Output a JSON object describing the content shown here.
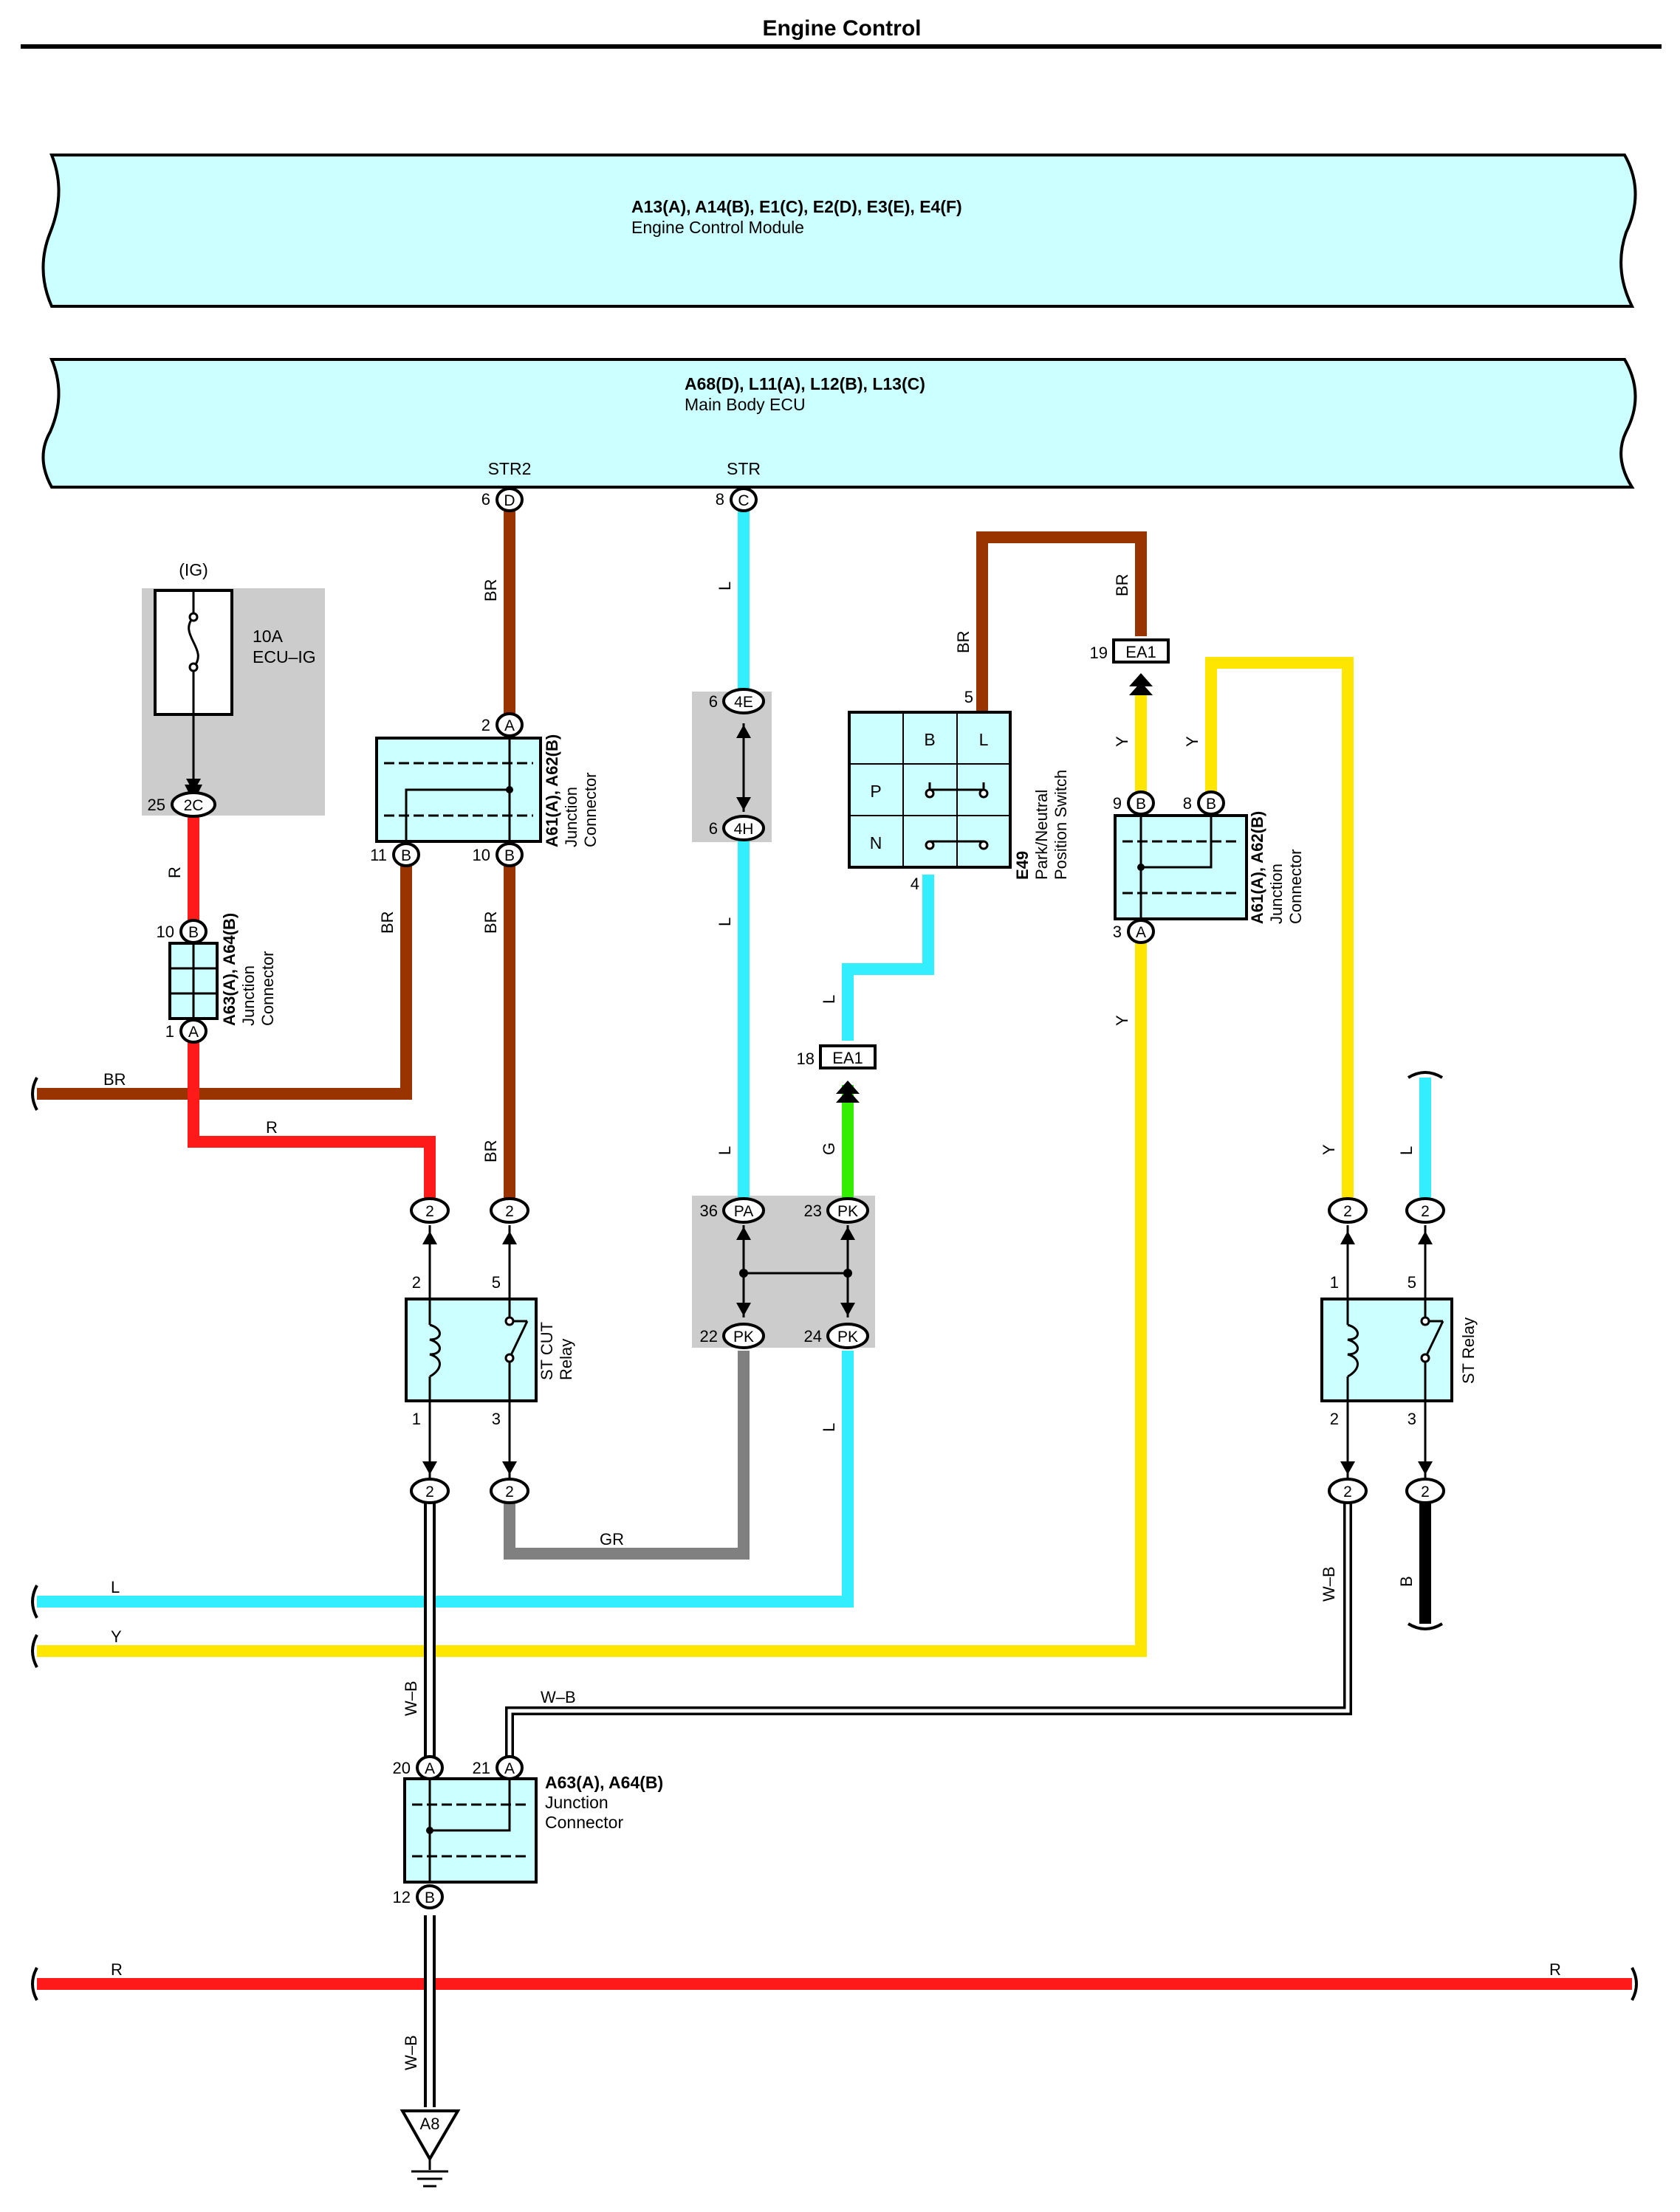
{
  "title": "Engine Control",
  "ecm": {
    "codes": "A13(A), A14(B), E1(C), E2(D), E3(E), E4(F)",
    "name": "Engine Control Module"
  },
  "body_ecu": {
    "codes": "A68(D), L11(A), L12(B), L13(C)",
    "name": "Main Body ECU",
    "term_str2": "STR2",
    "term_str": "STR"
  },
  "fuse": {
    "ig": "(IG)",
    "rating": "10A",
    "name": "ECU–IG"
  },
  "jc_a61_top": {
    "codes": "A61(A), A62(B)",
    "line1": "Junction",
    "line2": "Connector"
  },
  "jc_a63_top": {
    "codes": "A63(A), A64(B)",
    "line1": "Junction",
    "line2": "Connector"
  },
  "pnp": {
    "code": "E49",
    "line1": "Park/Neutral",
    "line2": "Position Switch",
    "b": "B",
    "l": "L",
    "p": "P",
    "n": "N"
  },
  "jc_a61_right": {
    "codes": "A61(A), A62(B)",
    "line1": "Junction",
    "line2": "Connector"
  },
  "st_cut_relay": {
    "line1": "ST CUT",
    "line2": "Relay"
  },
  "st_relay": {
    "name": "ST Relay"
  },
  "jc_a63_bottom": {
    "codes": "A63(A), A64(B)",
    "line1": "Junction",
    "line2": "Connector"
  },
  "ground": {
    "code": "A8"
  },
  "pins": {
    "p6": "6",
    "p8": "8",
    "p2": "2",
    "p11": "11",
    "p10": "10",
    "p25": "25",
    "p10b": "10",
    "p1": "1",
    "p6a": "6",
    "p6b": "6",
    "p5": "5",
    "p4": "4",
    "p19": "19",
    "p9": "9",
    "p8b": "8",
    "p3": "3",
    "p18": "18",
    "p36": "36",
    "p23": "23",
    "p22": "22",
    "p24": "24",
    "r2": "2",
    "r5": "5",
    "r1": "1",
    "r3": "3",
    "s1": "1",
    "s5": "5",
    "s2": "2",
    "s3": "3",
    "p20": "20",
    "p21": "21",
    "p12": "12"
  },
  "conn": {
    "D": "D",
    "C": "C",
    "A": "A",
    "B": "B",
    "c2C": "2C",
    "c4E": "4E",
    "c4H": "4H",
    "EA1": "EA1",
    "PA": "PA",
    "PK": "PK",
    "two": "2"
  },
  "wires": {
    "BR": "BR",
    "L": "L",
    "R": "R",
    "Y": "Y",
    "G": "G",
    "GR": "GR",
    "WB": "W–B",
    "B": "B"
  },
  "colors": {
    "ecu_fill": "#ccffff",
    "red": "#ff1a1a",
    "brown": "#993300",
    "cyan": "#33eeff",
    "yellow": "#ffe600",
    "green": "#33ee00",
    "gray": "#808080",
    "black": "#000000",
    "shade": "#cccccc"
  }
}
